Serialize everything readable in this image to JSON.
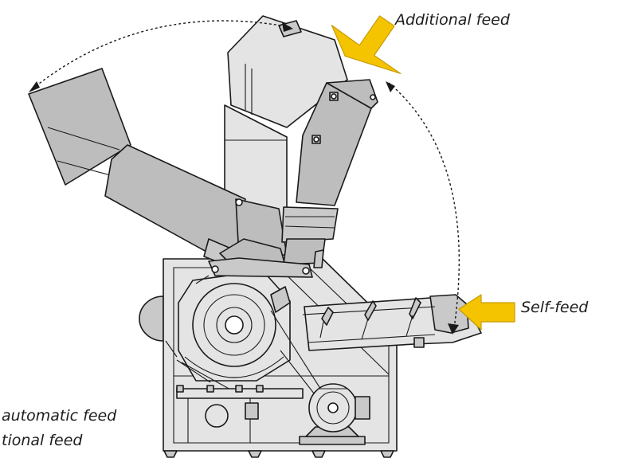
{
  "labels": {
    "additional_feed": "Additional feed",
    "self_feed": "Self-feed",
    "legend_line_1": "automatic feed",
    "legend_line_2": "tional feed"
  },
  "icons": {
    "arrow": "yellow-feed-arrow"
  },
  "colors": {
    "arrow_fill": "#f5c400",
    "arrow_stroke": "#c79b00",
    "machine_grey_dark": "#bdbdbd",
    "machine_grey_mid": "#c9c9c9",
    "machine_grey_light": "#e4e4e4",
    "outline": "#1a1a1a"
  }
}
